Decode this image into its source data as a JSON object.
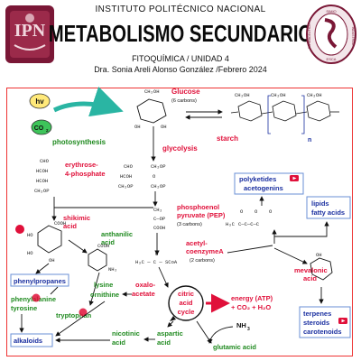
{
  "header": {
    "institution": "INSTITUTO POLITÉCNICO NACIONAL",
    "title": "METABOLISMO SECUNDARIO",
    "subtitle": "FITOQUÍMICA / UNIDAD 4",
    "author": "Dra. Sonia Areli Alonso González /Febrero 2024"
  },
  "logo_right": {
    "lines": [
      "SIMIO",
      "FARMACÉUTICO",
      "ESCA",
      "INDUSTRIAL"
    ]
  },
  "diagram": {
    "hv": "hv",
    "co2": "CO",
    "co2_sub": "2",
    "photosynthesis": "photosynthesis",
    "glucose": "Glucose",
    "glucose_note": "(6 carbons)",
    "starch": "starch",
    "starch_n": "n",
    "glycolysis": "glycolysis",
    "erythrose": "erythrose-",
    "erythrose2": "4-phosphate",
    "pep1": "phosphoenol",
    "pep2": "pyruvate (PEP)",
    "pep3": "(3 carbons)",
    "polyketides": "polyketides",
    "acetogenins": "acetogenins",
    "lipids": "lipids",
    "fatty_acids": "fatty acids",
    "shikimic": "shikimic",
    "shikimic2": "acid",
    "anthanilic": "anthanilic",
    "anthanilic2": "acid",
    "acetyl1": "acetyl-",
    "acetyl2": "coenzymeA",
    "acetyl3": "(2 carbons)",
    "phenylpropanes": "phenylpropanes",
    "phenylalanine": "phenylalanine",
    "tyrosine": "tyrosine",
    "tryptophan": "tryptophan",
    "lysine": "lysine",
    "ornithine": "ornithine",
    "oxalo1": "oxalo-",
    "oxalo2": "acetate",
    "citric1": "citric",
    "citric2": "acid",
    "citric3": "cycle",
    "energy1": "energy (ATP)",
    "energy2": "+ CO₂ + H₂O",
    "mevalonic": "mevalonic",
    "mevalonic2": "acid",
    "terpenes": "terpenes",
    "steroids": "steroids",
    "carotenoids": "carotenoids",
    "alkaloids": "alkaloids",
    "nicotinic": "nicotinic",
    "nicotinic2": "acid",
    "aspartic": "aspartic",
    "aspartic2": "acid",
    "nh3": "NH",
    "nh3_sub": "3",
    "glutamic": "glutamic acid",
    "chem_glucose": "CH₂OH",
    "chem_cho": "CHO",
    "chem_hcoh": "HCOH",
    "chem_ch2op": "CH₂OP",
    "chem_cooh": "COOH",
    "chem_cop": "C—OP",
    "chem_ch2": "CH₂",
    "chem_acetyl": "H₃C — C — SCoA",
    "chem_o": "O",
    "chem_oh": "OH",
    "chem_nh2": "NH₂",
    "chem_ho": "HO",
    "chem_poly": "C—C—C—C",
    "chem_h3c": "H₃C"
  }
}
